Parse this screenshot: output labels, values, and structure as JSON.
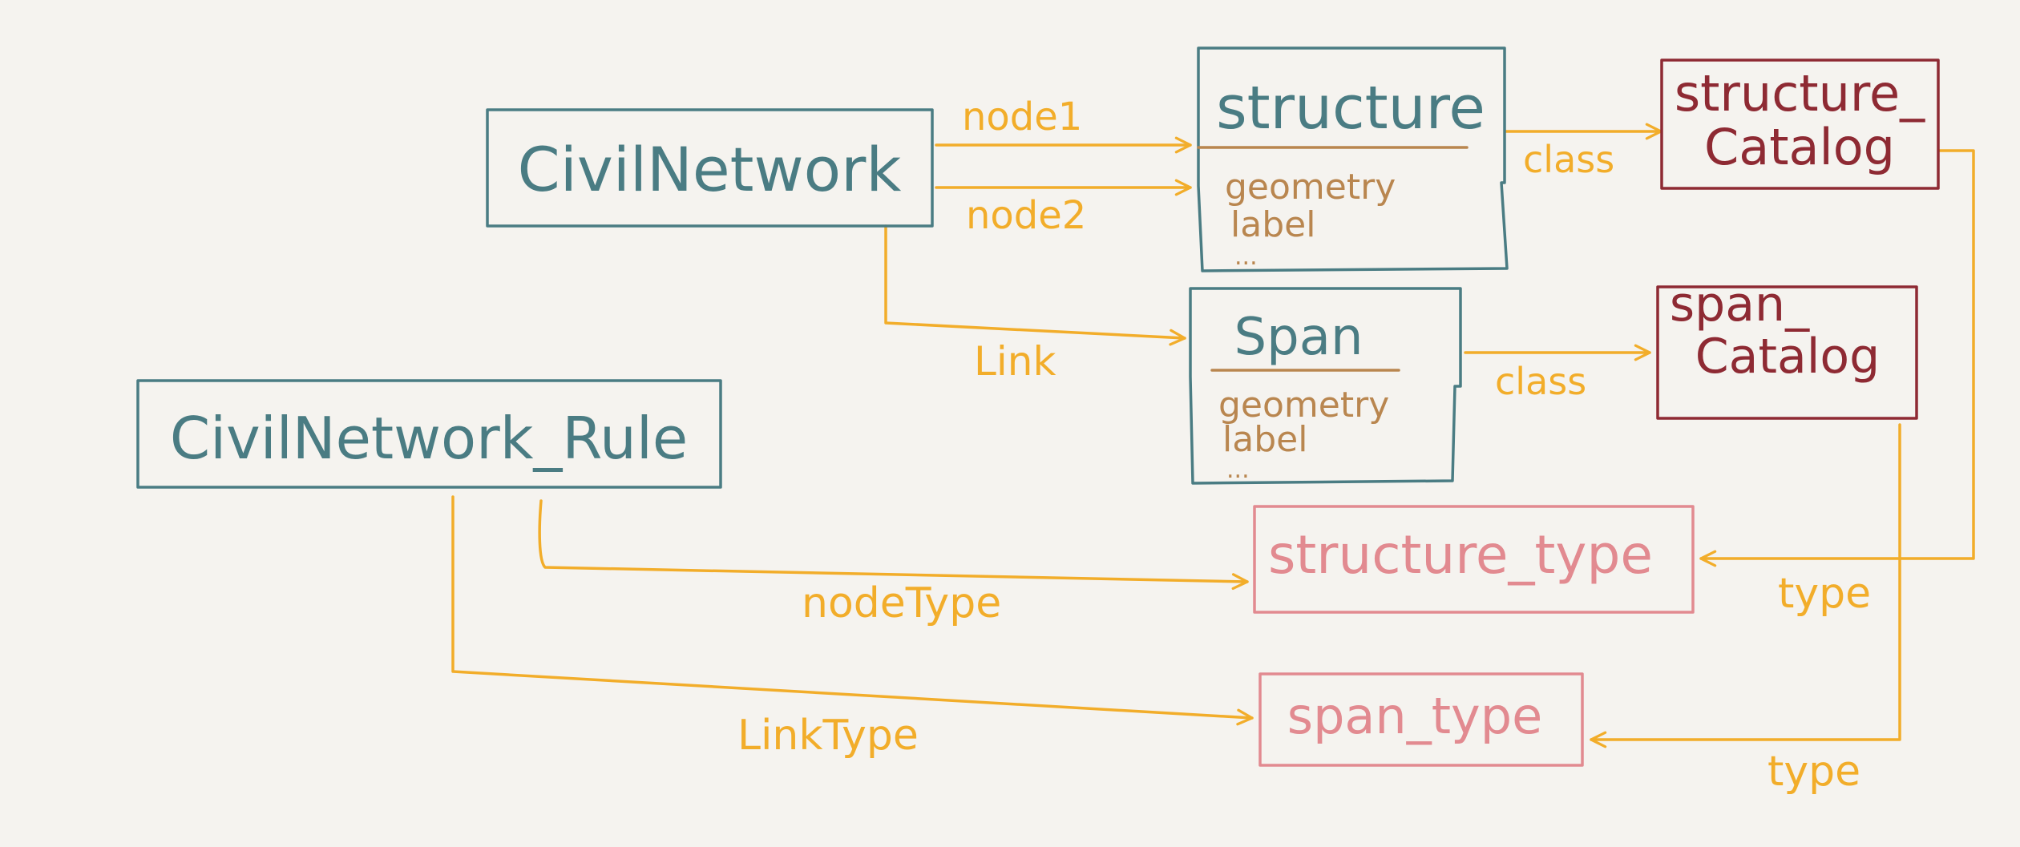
{
  "colors": {
    "background": "#f5f3ef",
    "teal": "#4a7c83",
    "maroon": "#8e2a33",
    "pink": "#e28a90",
    "orange": "#f2ad2a",
    "brown": "#b9864f"
  },
  "nodes": {
    "civil_network": {
      "title": "CivilNetwork"
    },
    "civil_network_rule": {
      "title": "CivilNetwork_Rule"
    },
    "structure": {
      "title": "structure",
      "field1": "geometry",
      "field2": "label",
      "more": "..."
    },
    "span": {
      "title": "Span",
      "field1": "geometry",
      "field2": "label",
      "more": "..."
    },
    "structure_catalog": {
      "line1": "structure_",
      "line2": "Catalog"
    },
    "span_catalog": {
      "line1": "span_",
      "line2": "Catalog"
    },
    "structure_type": {
      "title": "structure_type"
    },
    "span_type": {
      "title": "span_type"
    }
  },
  "edges": {
    "node1": "node1",
    "node2": "node2",
    "link": "Link",
    "structure_class": "class",
    "span_class": "class",
    "structure_type": "type",
    "span_type": "type",
    "node_type": "nodeType",
    "link_type": "LinkType"
  }
}
